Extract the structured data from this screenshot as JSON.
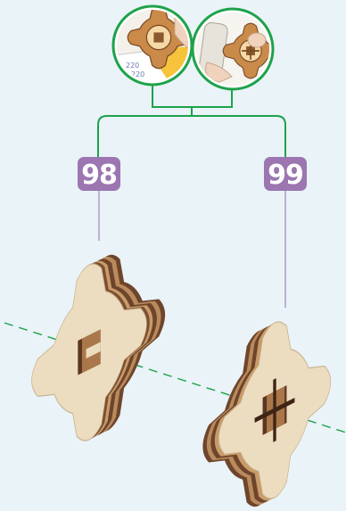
{
  "steps": [
    {
      "number": "98"
    },
    {
      "number": "99"
    }
  ],
  "insets": {
    "left": {
      "paper_numbers": [
        "220",
        "220"
      ]
    }
  },
  "colors": {
    "background": "#e9f3f8",
    "connector_green": "#1ea24a",
    "badge_purple": "#9b76b0",
    "leader_line": "#b59ac8",
    "gear_face": "#ecdcc0",
    "gear_dark": "#6e452b",
    "gear_mid": "#b98a5c",
    "axis_dash": "#1ea24a"
  }
}
